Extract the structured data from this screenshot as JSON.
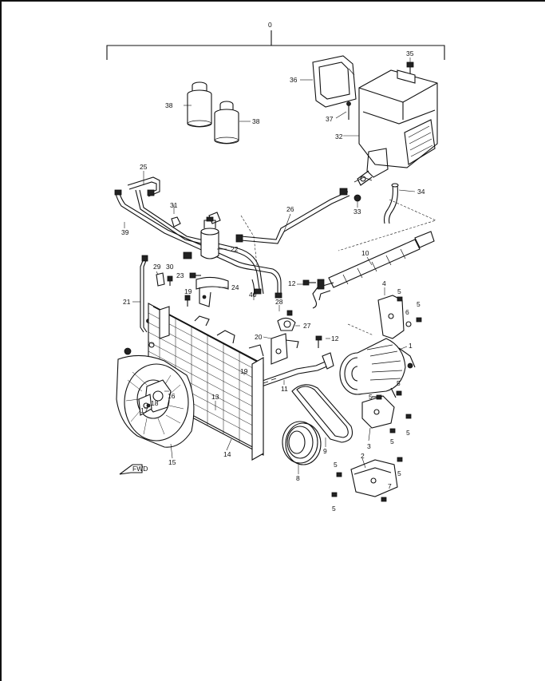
{
  "diagram": {
    "callouts": [
      "0",
      "1",
      "2",
      "3",
      "4",
      "5",
      "6",
      "7",
      "8",
      "9",
      "10",
      "11",
      "12",
      "13",
      "14",
      "15",
      "16",
      "17",
      "18",
      "19",
      "20",
      "21",
      "22",
      "23",
      "24",
      "25",
      "26",
      "27",
      "28",
      "29",
      "30",
      "31",
      "32",
      "33",
      "34",
      "35",
      "36",
      "37",
      "38",
      "39",
      "40"
    ],
    "direction_marker": "FWD"
  }
}
